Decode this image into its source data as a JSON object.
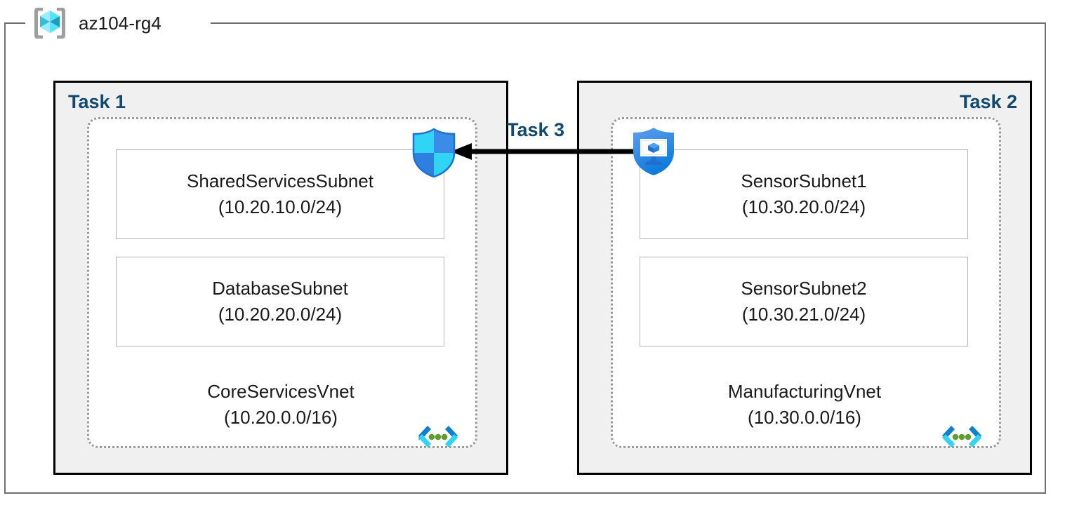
{
  "resource_group": {
    "name": "az104-rg4",
    "icon": "resource-group-cube-icon"
  },
  "tasks": [
    {
      "id": "task-1",
      "label": "Task 1",
      "align": "left"
    },
    {
      "id": "task-2",
      "label": "Task 2",
      "align": "right"
    },
    {
      "id": "task-3",
      "label": "Task 3",
      "align": "center"
    }
  ],
  "vnets": [
    {
      "name": "CoreServicesVnet",
      "cidr": "(10.20.0.0/16)",
      "icon": "vnet-brackets-icon",
      "subnets": [
        {
          "name": "SharedServicesSubnet",
          "cidr": "(10.20.10.0/24)"
        },
        {
          "name": "DatabaseSubnet",
          "cidr": "(10.20.20.0/24)"
        }
      ]
    },
    {
      "name": "ManufacturingVnet",
      "cidr": "(10.30.0.0/16)",
      "icon": "vnet-brackets-icon",
      "subnets": [
        {
          "name": "SensorSubnet1",
          "cidr": "(10.30.20.0/24)"
        },
        {
          "name": "SensorSubnet2",
          "cidr": "(10.30.21.0/24)"
        }
      ]
    }
  ],
  "icons": {
    "nsg_shield": "network-security-group-shield-icon",
    "network_watcher_shield": "network-watcher-shield-icon",
    "arrow": "peering-arrow-left-icon"
  },
  "colors": {
    "task_label": "#11496f",
    "panel_fill": "#f0f0f0",
    "panel_border": "#000000",
    "vnet_border": "#9a9a9a",
    "subnet_border": "#b3b3b3",
    "frame_border": "#6e6e6e",
    "cube_cyan": "#50e6ff",
    "shield_blue": "#0078d4",
    "arrow_black": "#000000",
    "dot_green": "#5e9e2e"
  }
}
